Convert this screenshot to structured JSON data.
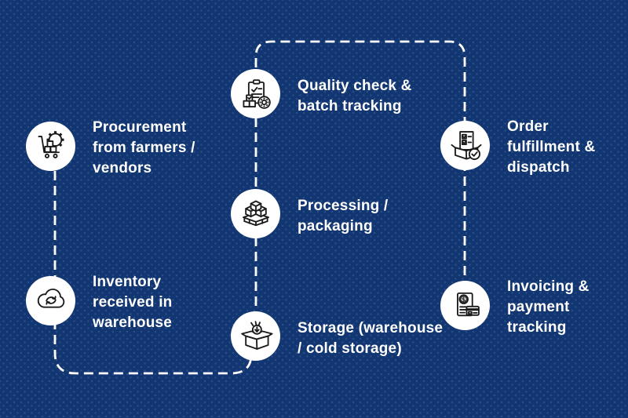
{
  "canvas": {
    "bg_color": "#123671",
    "dot_color": "#3b5a94",
    "connector_color": "#ffffff",
    "circle_color": "#ffffff",
    "icon_stroke": "#1a1a1a",
    "text_color": "#ffffff"
  },
  "nodes": [
    {
      "id": "procurement",
      "icon": "cart-gear-icon",
      "lines": [
        "Procurement",
        "from farmers /",
        "vendors"
      ]
    },
    {
      "id": "inventory",
      "icon": "cloud-sync-icon",
      "lines": [
        "Inventory",
        "received in",
        "warehouse"
      ]
    },
    {
      "id": "quality",
      "icon": "clipboard-check-icon",
      "lines": [
        "Quality check &",
        "batch tracking"
      ]
    },
    {
      "id": "processing",
      "icon": "pallet-boxes-icon",
      "lines": [
        "Processing /",
        "packaging"
      ]
    },
    {
      "id": "storage",
      "icon": "open-box-arrow-icon",
      "lines": [
        "Storage (warehouse",
        "/ cold storage)"
      ]
    },
    {
      "id": "order",
      "icon": "box-checklist-icon",
      "lines": [
        "Order",
        "fulfillment &",
        "dispatch"
      ]
    },
    {
      "id": "invoicing",
      "icon": "invoice-card-icon",
      "lines": [
        "Invoicing &",
        "payment",
        "tracking"
      ]
    }
  ],
  "icon_glyphs": {
    "currency_symbol": "$"
  }
}
